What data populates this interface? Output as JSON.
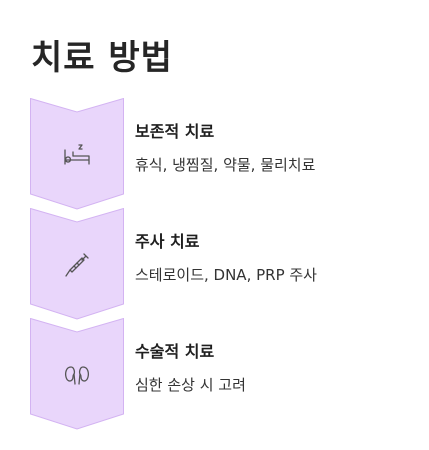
{
  "title": "치료 방법",
  "colors": {
    "chevron_fill": "#e9d6fb",
    "chevron_stroke": "#d3b3f2",
    "icon_stroke": "#555555"
  },
  "steps": [
    {
      "title": "보존적 치료",
      "description": "휴식, 냉찜질, 약물, 물리치료",
      "icon": "bed-sleep-icon"
    },
    {
      "title": "주사 치료",
      "description": "스테로이드, DNA, PRP 주사",
      "icon": "syringe-icon"
    },
    {
      "title": "수술적 치료",
      "description": "심한 손상 시 고려",
      "icon": "kidney-icon"
    }
  ]
}
